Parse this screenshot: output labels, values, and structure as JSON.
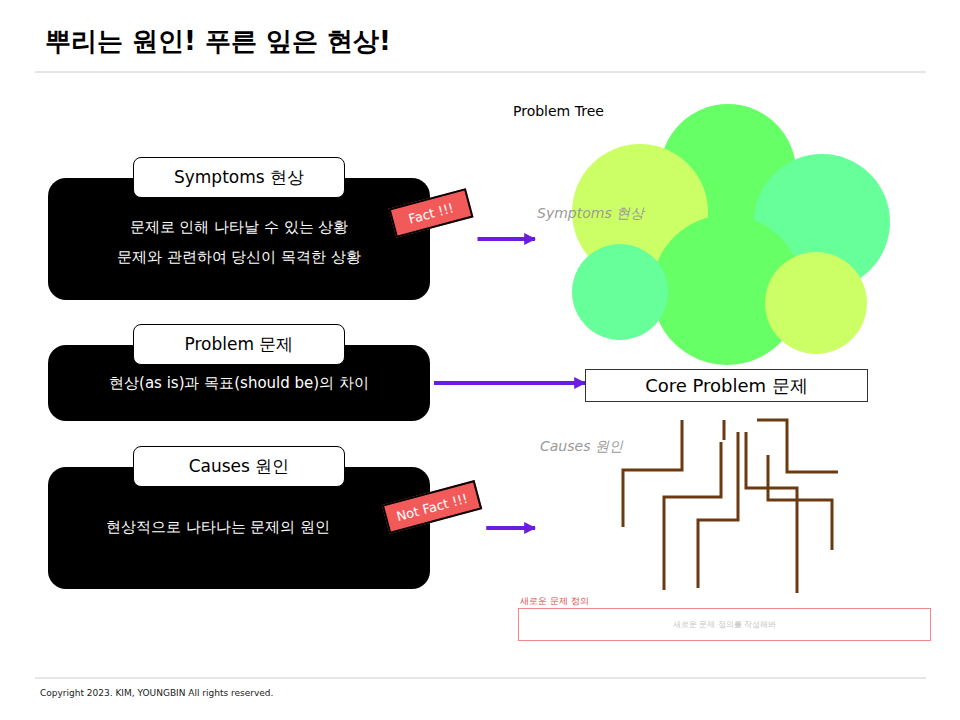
{
  "diagram": {
    "title": "뿌리는 원인! 푸른 잎은 현상!",
    "nodes": [
      {
        "text": [
          "Symptoms 현상",
          "문제로 인해 나타날 수 있는 상황",
          "문제와 관련하여 당신이 목격한 상황"
        ]
      },
      {
        "text": [
          "Fact !!!"
        ],
        "in": 0
      },
      {
        "text": [
          "Problem 문제",
          "현상(as is)과 목표(should be)의 차이"
        ]
      },
      {
        "text": [
          "Causes 원인",
          "현상적으로 나타나는 문제의 원인"
        ]
      },
      {
        "text": [
          "Not Fact !!!"
        ],
        "in": 3
      },
      {
        "text": [
          "Symptoms 현상"
        ]
      },
      {
        "text": [
          "Core Problem 문제"
        ]
      },
      {
        "text": [
          "Causes 원인"
        ]
      },
      {
        "text": [
          "새로운 문제 정의",
          "새로운 문제 정의를 작성해봐"
        ]
      }
    ],
    "edges": [
      {
        "from": 0,
        "to": 5,
        "arrow": "to"
      },
      {
        "from": 2,
        "to": 6,
        "arrow": "to"
      },
      {
        "from": 3,
        "to": 7,
        "arrow": "to"
      }
    ],
    "labels": [
      "Problem Tree",
      "Copyright 2023. KIM, YOUNGBIN All rights reserved."
    ]
  }
}
